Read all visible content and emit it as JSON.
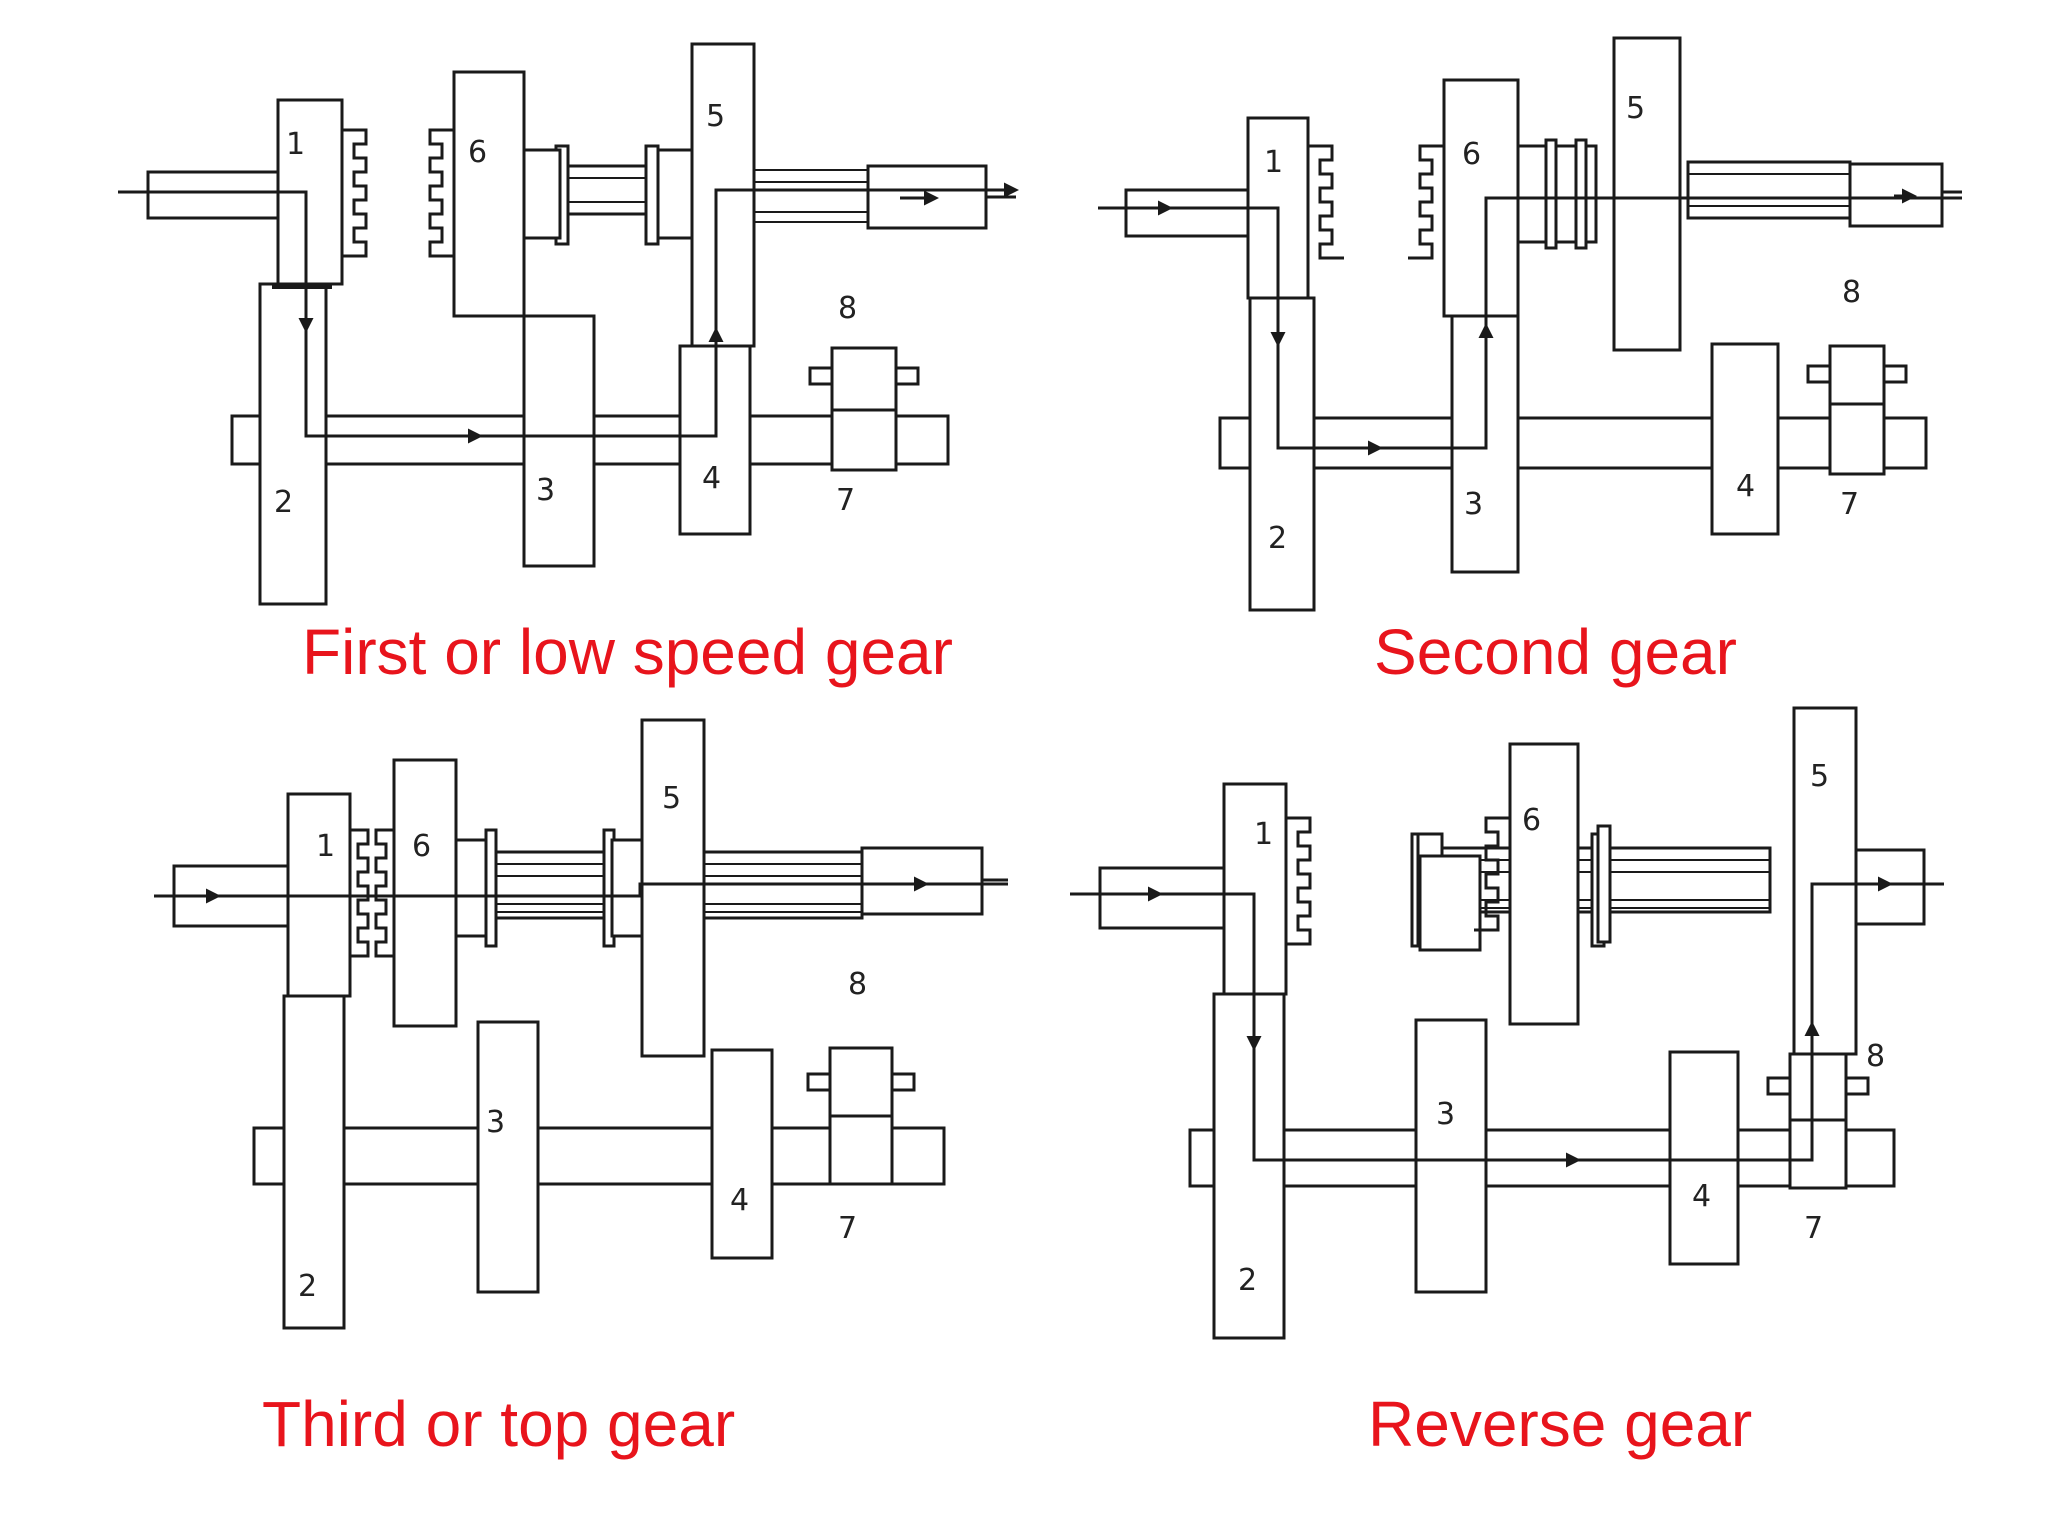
{
  "colors": {
    "caption": "#e8141c",
    "ink": "#1a1a1a",
    "background": "#ffffff"
  },
  "panels": [
    {
      "caption": "First or low speed gear",
      "labels": {
        "g1": "1",
        "g2": "2",
        "g3": "3",
        "g4": "4",
        "g5": "5",
        "g6": "6",
        "g7": "7",
        "g8": "8"
      }
    },
    {
      "caption": "Second gear",
      "labels": {
        "g1": "1",
        "g2": "2",
        "g3": "3",
        "g4": "4",
        "g5": "5",
        "g6": "6",
        "g7": "7",
        "g8": "8"
      }
    },
    {
      "caption": "Third or top gear",
      "labels": {
        "g1": "1",
        "g2": "2",
        "g3": "3",
        "g4": "4",
        "g5": "5",
        "g6": "6",
        "g7": "7",
        "g8": "8"
      }
    },
    {
      "caption": "Reverse gear",
      "labels": {
        "g1": "1",
        "g2": "2",
        "g3": "3",
        "g4": "4",
        "g5": "5",
        "g6": "6",
        "g7": "7",
        "g8": "8"
      }
    }
  ]
}
